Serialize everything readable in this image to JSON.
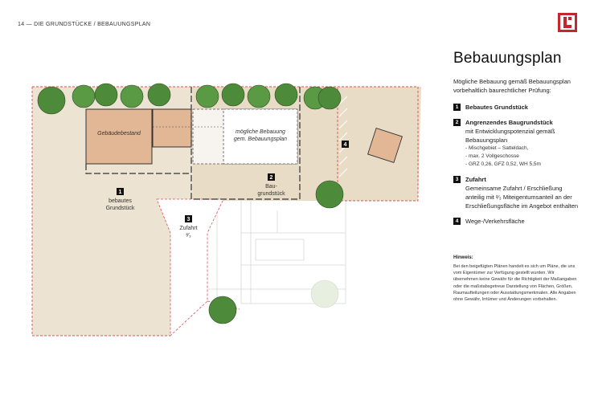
{
  "header": {
    "text": "14 — DIE GRUNDSTÜCKE / BEBAUUNGSPLAN"
  },
  "brand": {
    "accent": "#c1272d",
    "plot_fill": "#e8dcc8",
    "building_fill": "#e2b796",
    "tree": "#4d8a3a",
    "boundary_red": "#d9534f"
  },
  "plan": {
    "labels": {
      "existing_building": "Gebäudebestand",
      "possible_building_line1": "mögliche Bebauung",
      "possible_building_line2": "gem. Bebauungsplan",
      "m1_line1": "bebautes",
      "m1_line2": "Grundstück",
      "m2_line1": "Bau-",
      "m2_line2": "grundstück",
      "m3_line1": "Zufahrt",
      "m3_line2": "²⁄₃"
    },
    "markers": [
      "1",
      "2",
      "3",
      "4"
    ]
  },
  "sidebar": {
    "title": "Bebauungsplan",
    "intro": "Mögliche Bebauung gemäß Bebauungsplan vorbehaltlich baurechtlicher Prüfung:",
    "items": [
      {
        "num": "1",
        "title": "Bebautes Grundstück"
      },
      {
        "num": "2",
        "title": "Angrenzendes Baugrundstück",
        "desc": "mit Entwicklungspotenzial gemäß Bebauungsplan",
        "subs": [
          "- Mischgebiet – Satteldach,",
          "- max. 2 Vollgeschosse",
          "- GRZ 0,26, GFZ 0,52, WH 5,5m"
        ]
      },
      {
        "num": "3",
        "title": "Zufahrt",
        "desc": "Gemeinsame Zufahrt / Erschließung anteilig mit ²⁄₃ Miteigentumsanteil an der Erschließungsfläche im Angebot enthalten"
      },
      {
        "num": "4",
        "desc": "Wege-/Verkehrsfläche"
      }
    ]
  },
  "hint": {
    "title": "Hinweis:",
    "text": "Bei den beigefügten Plänen handelt es sich um Pläne, die uns vom Eigentümer zur Verfügung gestellt wurden. Wir übernehmen keine Gewähr für die Richtigkeit der Maßangaben oder die maßstabsgetreue Darstellung von Flächen, Größen, Raumaufteilungen oder Ausstattungsmerkmalen. Alle Angaben ohne Gewähr, Irrtümer und Änderungen vorbehalten."
  }
}
